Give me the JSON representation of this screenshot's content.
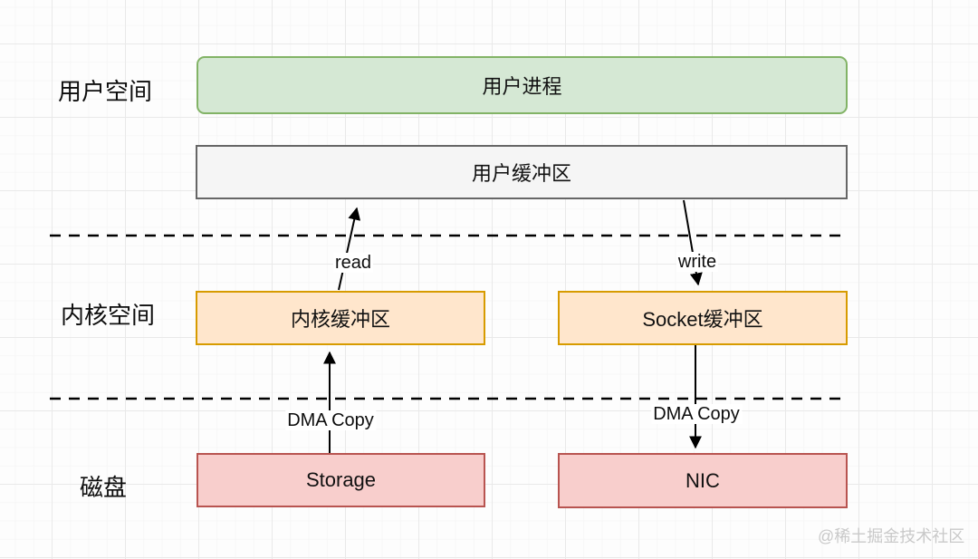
{
  "diagram": {
    "row_labels": {
      "user_space": "用户空间",
      "kernel_space": "内核空间",
      "disk": "磁盘"
    },
    "boxes": {
      "user_process": "用户进程",
      "user_buffer": "用户缓冲区",
      "kernel_buffer": "内核缓冲区",
      "socket_buffer": "Socket缓冲区",
      "storage": "Storage",
      "nic": "NIC"
    },
    "arrow_labels": {
      "read": "read",
      "write": "write",
      "dma_copy_left": "DMA Copy",
      "dma_copy_right": "DMA Copy"
    },
    "watermark": "@稀土掘金技术社区",
    "colors": {
      "user_process_fill": "#d5e8d4",
      "user_process_stroke": "#82b366",
      "user_buffer_fill": "#f5f5f5",
      "user_buffer_stroke": "#666666",
      "kernel_fill": "#ffe6cc",
      "kernel_stroke": "#d79b00",
      "disk_fill": "#f8cecc",
      "disk_stroke": "#b85450",
      "line": "#000000",
      "watermark_text": "#c9c9c9"
    }
  }
}
